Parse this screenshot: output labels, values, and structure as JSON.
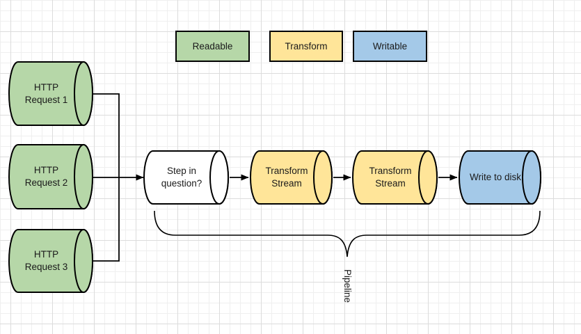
{
  "legend": {
    "items": [
      {
        "label": "Readable",
        "color": "#b6d7a8"
      },
      {
        "label": "Transform",
        "color": "#ffe599"
      },
      {
        "label": "Writable",
        "color": "#a4c9e8"
      }
    ]
  },
  "nodes": {
    "sources": [
      {
        "label": "HTTP\nRequest 1",
        "type": "readable",
        "color": "#b6d7a8"
      },
      {
        "label": "HTTP\nRequest 2",
        "type": "readable",
        "color": "#b6d7a8"
      },
      {
        "label": "HTTP\nRequest 3",
        "type": "readable",
        "color": "#b6d7a8"
      }
    ],
    "steps": [
      {
        "label": "Step in\nquestion?",
        "type": "unknown",
        "color": "#ffffff"
      },
      {
        "label": "Transform\nStream",
        "type": "transform",
        "color": "#ffe599"
      },
      {
        "label": "Transform\nStream",
        "type": "transform",
        "color": "#ffe599"
      },
      {
        "label": "Write to disk",
        "type": "writable",
        "color": "#a4c9e8"
      }
    ]
  },
  "annotations": {
    "brace_label": "Pipeline"
  },
  "colors": {
    "stroke": "#000000",
    "readable": "#b6d7a8",
    "transform": "#ffe599",
    "writable": "#a4c9e8",
    "grid_minor": "#efefef",
    "grid_major": "#dcdcdc"
  }
}
